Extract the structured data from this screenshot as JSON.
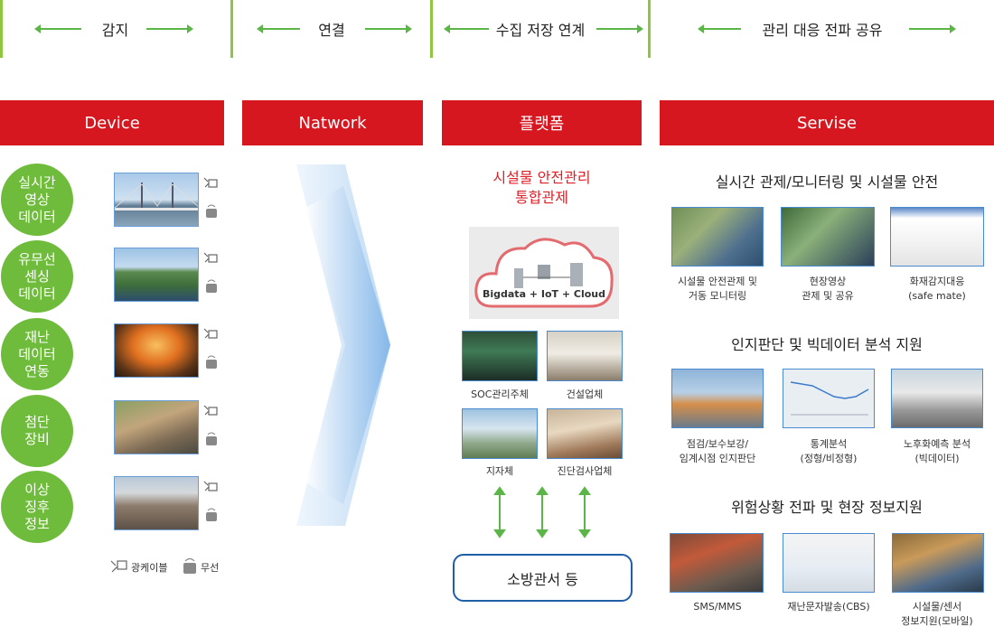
{
  "stages": [
    "감지",
    "연결",
    "수집 저장 연계",
    "관리 대응 전파 공유"
  ],
  "headers": {
    "device": "Device",
    "network": "Natwork",
    "platform": "플랫폼",
    "service": "Servise"
  },
  "device": {
    "items": [
      {
        "l1": "실시간",
        "l2": "영상",
        "l3": "데이터"
      },
      {
        "l1": "유무선",
        "l2": "센싱",
        "l3": "데이터"
      },
      {
        "l1": "재난",
        "l2": "데이터",
        "l3": "연동"
      },
      {
        "l1": "첨단",
        "l2": "장비",
        "l3": ""
      },
      {
        "l1": "이상",
        "l2": "징후",
        "l3": "정보"
      }
    ],
    "legend_wired": "광케이블",
    "legend_wireless": "무선"
  },
  "platform": {
    "title_l1": "시설물 안전관리",
    "title_l2": "통합관제",
    "cloud_text": "Bigdata + IoT + Cloud",
    "cards": [
      "SOC관리주체",
      "건설업체",
      "지자체",
      "진단검사업체"
    ],
    "fire_station": "소방관서 등"
  },
  "service": {
    "sections": [
      {
        "title": "실시간 관제/모니터링 및 시설물 안전",
        "items": [
          {
            "l1": "시설물 안전관제 및",
            "l2": "거동 모니터링"
          },
          {
            "l1": "현장영상",
            "l2": "관제 및 공유"
          },
          {
            "l1": "화재감지대응",
            "l2": "(safe mate)"
          }
        ]
      },
      {
        "title": "인지판단 및 빅데이터 분석 지원",
        "items": [
          {
            "l1": "점검/보수보강/",
            "l2": "임계시점 인지판단"
          },
          {
            "l1": "통계분석",
            "l2": "(정형/비정형)"
          },
          {
            "l1": "노후화예측 분석",
            "l2": "(빅데이터)"
          }
        ]
      },
      {
        "title": "위험상황 전파 및 현장 정보지원",
        "items": [
          {
            "l1": "SMS/MMS",
            "l2": ""
          },
          {
            "l1": "재난문자발송(CBS)",
            "l2": ""
          },
          {
            "l1": "시설물/센서",
            "l2": "정보지원(모바일)"
          }
        ]
      }
    ]
  },
  "colors": {
    "red": "#d7171f",
    "green": "#6fbb3b",
    "accent_green": "#5bb547",
    "blue": "#1f5fa8"
  }
}
